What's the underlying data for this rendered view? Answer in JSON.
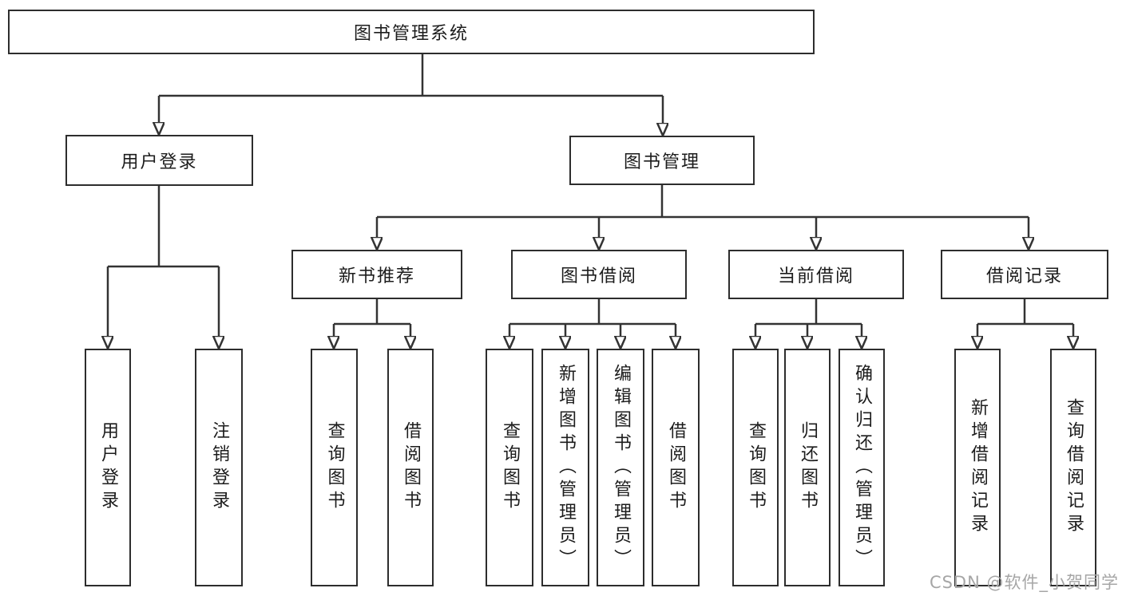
{
  "diagram_title": "图书管理系统",
  "tree": {
    "root": {
      "label": "图书管理系统"
    },
    "branches": [
      {
        "label": "用户登录",
        "children": [
          "用户登录",
          "注销登录"
        ]
      },
      {
        "label": "图书管理",
        "sections": [
          {
            "label": "新书推荐",
            "children": [
              "查询图书",
              "借阅图书"
            ]
          },
          {
            "label": "图书借阅",
            "children": [
              "查询图书",
              "新增图书（管理员）",
              "编辑图书（管理员）",
              "借阅图书"
            ]
          },
          {
            "label": "当前借阅",
            "children": [
              "查询图书",
              "归还图书",
              "确认归还（管理员）"
            ]
          },
          {
            "label": "借阅记录",
            "children": [
              "新增借阅记录",
              "查询借阅记录"
            ]
          }
        ]
      }
    ]
  },
  "watermark": "CSDN @软件_小贺同学",
  "colors": {
    "line": "#333333",
    "box_border": "#2d2d2d",
    "text": "#1c1c1c",
    "watermark": "#a6a6a6",
    "background": "#ffffff"
  }
}
